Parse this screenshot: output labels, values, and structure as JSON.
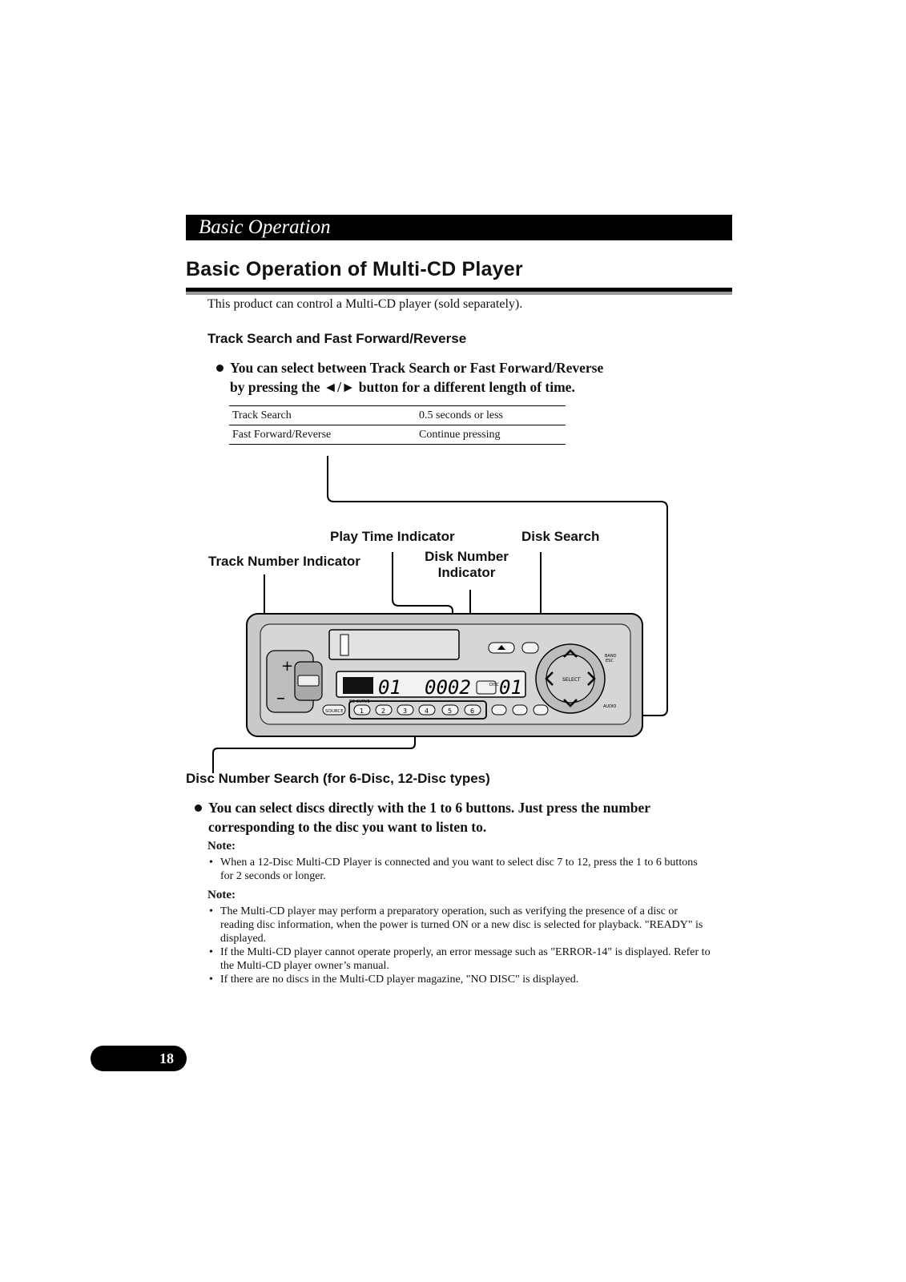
{
  "section_header": "Basic Operation",
  "title": "Basic Operation of Multi-CD Player",
  "intro": "This product can control a Multi-CD player (sold separately).",
  "track_search": {
    "heading": "Track Search and Fast Forward/Reverse",
    "bullet_line1": "You can select between Track Search or Fast Forward/Reverse",
    "bullet_line2": "by pressing the ◄/► button for a different length of time.",
    "table": [
      [
        "Track Search",
        "0.5 seconds or less"
      ],
      [
        "Fast Forward/Reverse",
        "Continue pressing"
      ]
    ]
  },
  "diagram": {
    "callouts": {
      "play_time": "Play Time Indicator",
      "disk_search": "Disk Search",
      "track_number": "Track Number Indicator",
      "disk_number_l1": "Disk Number",
      "disk_number_l2": "Indicator"
    },
    "display": {
      "track": "01",
      "time": "0002",
      "disc": "01"
    },
    "button_labels": {
      "source": "SOURCE",
      "presets": [
        "1",
        "2",
        "3",
        "4",
        "5",
        "6"
      ],
      "select": "SELECT",
      "band": "BAND",
      "esc": "ESC",
      "audio": "AUDIO",
      "eq_curve": "EQ CURVE",
      "disc": "DISC"
    }
  },
  "disc_search": {
    "heading": "Disc Number Search (for 6-Disc, 12-Disc types)",
    "bullet_line1": "You can select discs directly with the 1 to 6 buttons. Just press the number",
    "bullet_line2": "corresponding to the disc you want to listen to."
  },
  "note1": {
    "heading": "Note:",
    "items": [
      "When a 12-Disc Multi-CD Player is connected and you want to select disc 7 to 12, press the 1 to 6 buttons for 2 seconds or longer."
    ]
  },
  "note2": {
    "heading": "Note:",
    "items": [
      "The Multi-CD player may perform a preparatory operation, such as verifying the presence of a disc or reading disc information, when the power is turned ON or a new disc is selected for playback. \"READY\" is displayed.",
      "If the Multi-CD player cannot operate properly, an error message such as \"ERROR-14\" is displayed. Refer to the Multi-CD player owner’s manual.",
      "If there are no discs in the Multi-CD player magazine, \"NO DISC\" is displayed."
    ]
  },
  "page_number": "18"
}
